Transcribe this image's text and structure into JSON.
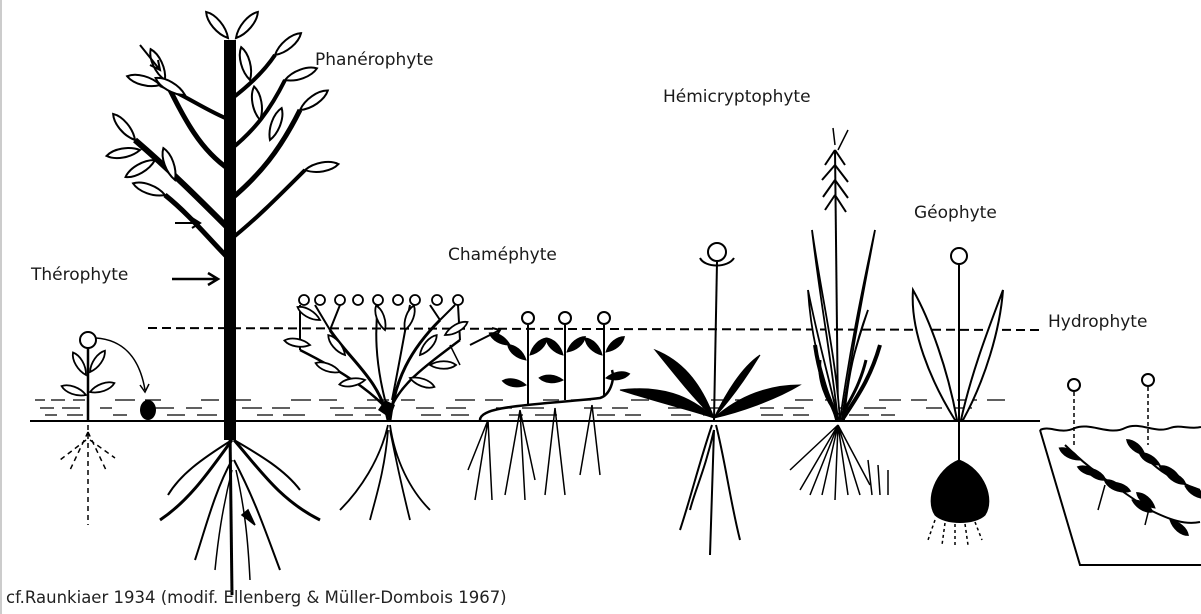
{
  "labels": {
    "phanerophyte": "Phanérophyte",
    "hemicryptophyte": "Hémicryptophyte",
    "chamephyte": "Chaméphyte",
    "therophyte": "Thérophyte",
    "geophyte": "Géophyte",
    "hydrophyte": "Hydrophyte"
  },
  "caption": "cf.Raunkiaer 1934 (modif. Ellenberg & Müller-Dombois 1967)",
  "colors": {
    "ink": "#000000",
    "background": "#ffffff"
  }
}
